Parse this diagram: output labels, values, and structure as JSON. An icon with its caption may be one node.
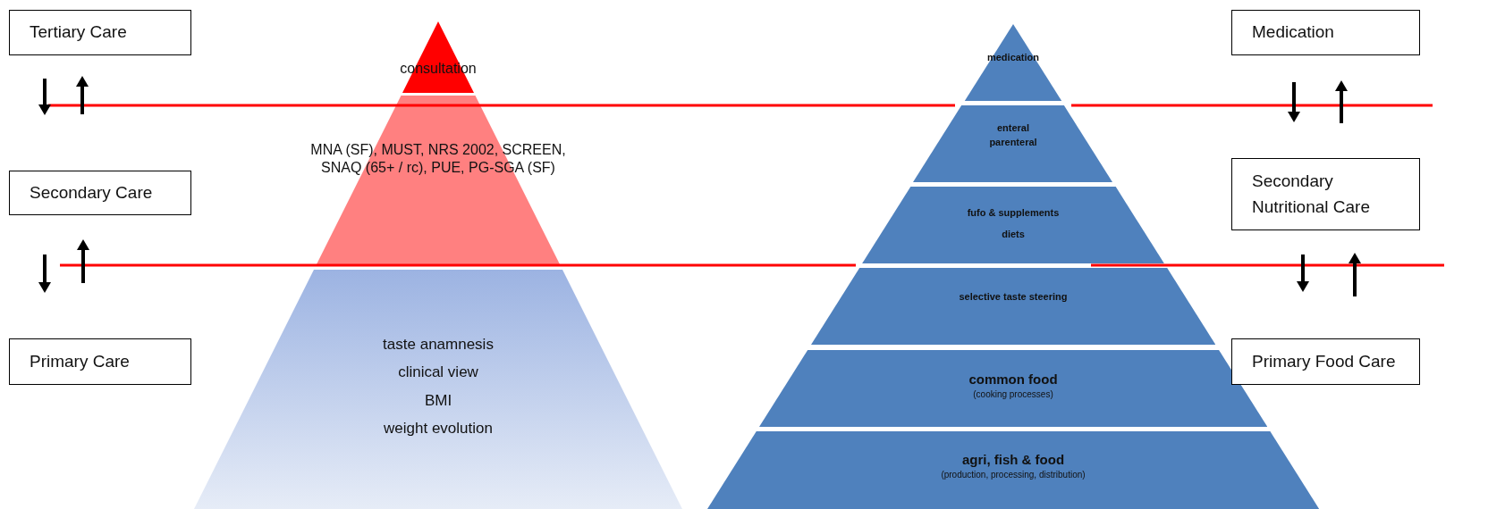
{
  "diagram": {
    "nodes": [
      {
        "text": [
          "Tertiary Care"
        ]
      },
      {
        "text": [
          "consultation"
        ]
      },
      {
        "text": [
          "medication"
        ]
      },
      {
        "text": [
          "Medication"
        ]
      },
      {
        "text": [
          "MNA (SF), MUST, NRS 2002, SCREEN, SNAQ (65+ / rc), PUE, PG-SGA (SF)"
        ]
      },
      {
        "text": [
          "enteral",
          "parenteral"
        ]
      },
      {
        "text": [
          "Secondary Care"
        ]
      },
      {
        "text": [
          "fufo & supplements",
          "diets"
        ]
      },
      {
        "text": [
          "Secondary Nutritional Care"
        ]
      },
      {
        "text": [
          "selective taste steering"
        ]
      },
      {
        "text": [
          "Primary Care"
        ]
      },
      {
        "text": [
          "taste anamnesis",
          "clinical view",
          "BMI",
          "weight evolution"
        ]
      },
      {
        "text": [
          "common food",
          "(cooking processes)"
        ]
      },
      {
        "text": [
          "Primary Food Care"
        ]
      },
      {
        "text": [
          "agri, fish & food",
          "(production, processing, distribution)"
        ]
      }
    ]
  }
}
